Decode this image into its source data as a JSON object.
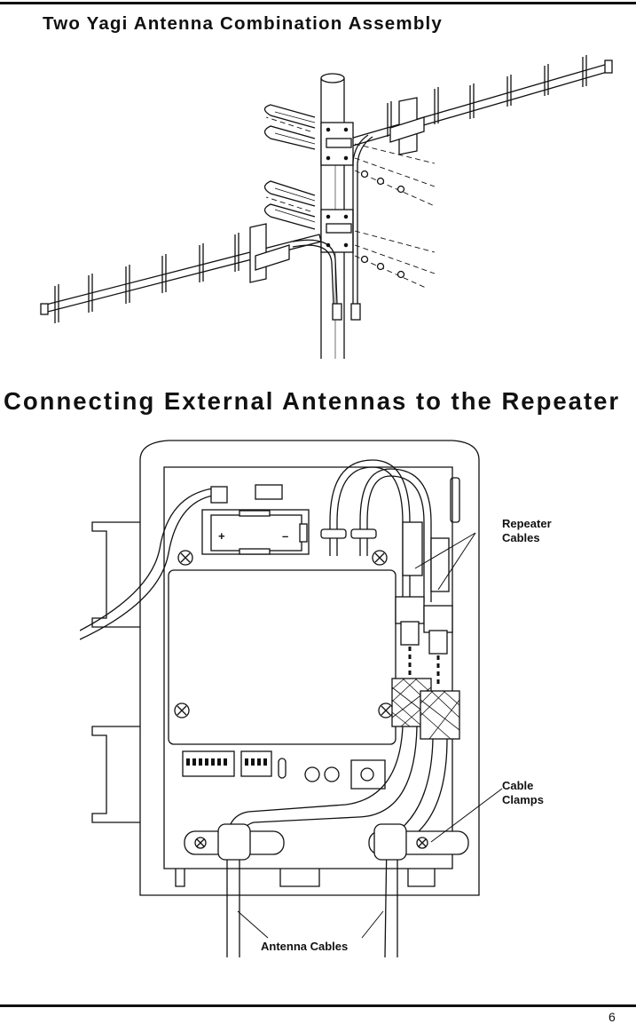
{
  "page": {
    "title_yagi": "Two Yagi Antenna Combination Assembly",
    "title_connect": "Connecting External Antennas to the Repeater",
    "page_number": "6"
  },
  "figure2": {
    "label_repeater_line1": "Repeater",
    "label_repeater_line2": "Cables",
    "label_clamps_line1": "Cable",
    "label_clamps_line2": "Clamps",
    "label_antenna_cables": "Antenna Cables",
    "battery_plus": "+",
    "battery_minus": "–"
  }
}
